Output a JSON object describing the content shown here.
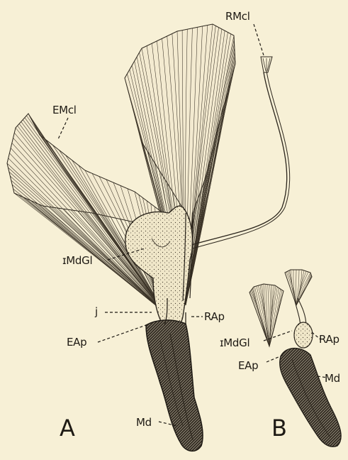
{
  "figure": {
    "panel_a": {
      "letter": "A",
      "labels": {
        "rmcl": "RMcl",
        "emcl": "EMcl",
        "mdgl": "ɪMdGl",
        "j": "j",
        "rap": "RAp",
        "eap": "EAp",
        "md": "Md"
      }
    },
    "panel_b": {
      "letter": "B",
      "labels": {
        "mdgl": "ɪMdGl",
        "rap": "RAp",
        "eap": "EAp",
        "md": "Md"
      }
    }
  }
}
